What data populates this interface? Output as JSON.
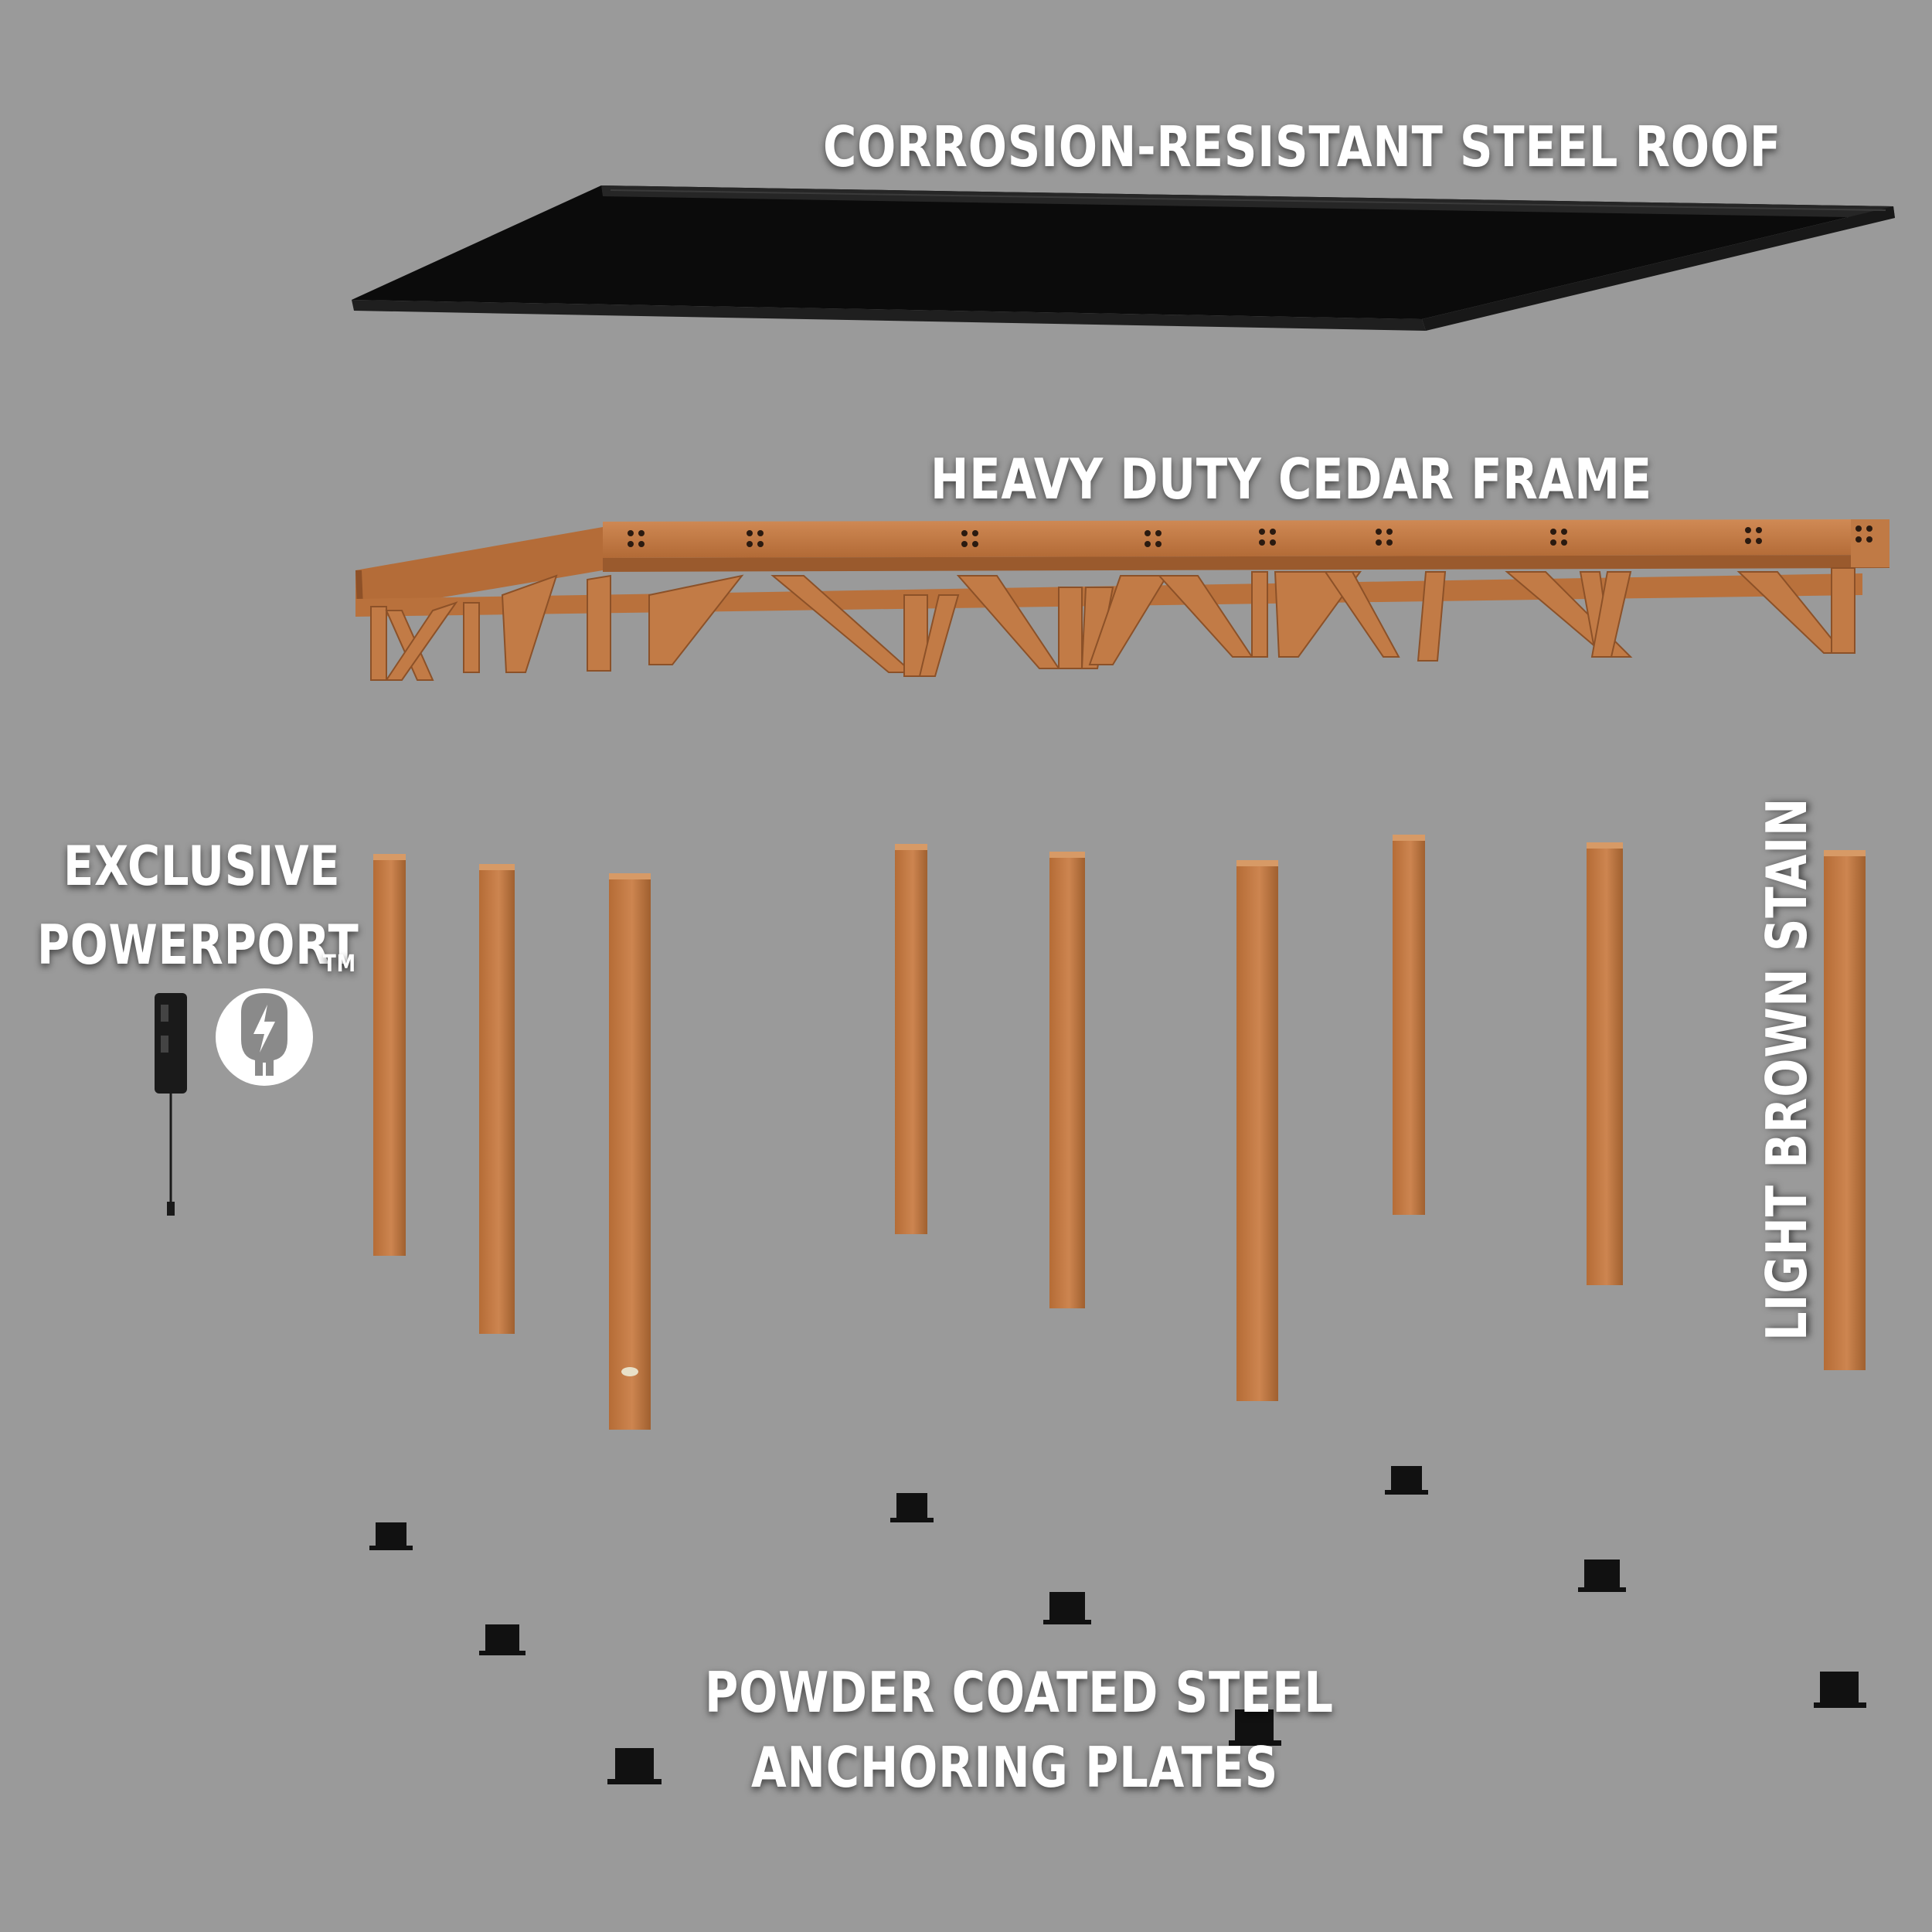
{
  "labels": {
    "roof": "CORROSION-RESISTANT STEEL ROOF",
    "frame": "HEAVY DUTY CEDAR FRAME",
    "powerport_line1": "EXCLUSIVE",
    "powerport_line2": "POWERPORT",
    "trademark": "TM",
    "stain": "LIGHT BROWN STAIN",
    "plates_line1": "POWDER COATED STEEL",
    "plates_line2": "ANCHORING PLATES"
  },
  "icons": {
    "power_badge": "power-plug-lightning-icon",
    "power_device": "powerport-outlet-icon"
  },
  "colors": {
    "background": "#9a9a9a",
    "roof": "#0e0e0e",
    "cedar": "#c47a43",
    "cedar_dark": "#9a5a2d",
    "steel_plate": "#111111",
    "label": "#ffffff"
  }
}
